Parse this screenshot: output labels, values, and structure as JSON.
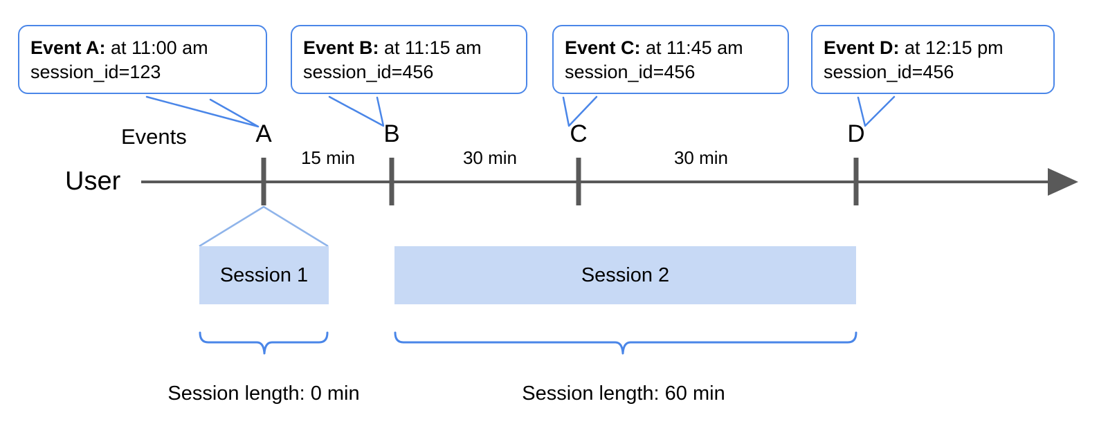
{
  "diagram": {
    "row_labels": {
      "events": "Events",
      "user": "User"
    },
    "events": [
      {
        "letter": "A",
        "title": "Event A:",
        "time_text": " at 11:00 am",
        "session_line": "session_id=123"
      },
      {
        "letter": "B",
        "title": "Event B:",
        "time_text": " at 11:15 am",
        "session_line": "session_id=456"
      },
      {
        "letter": "C",
        "title": "Event C:",
        "time_text": " at 11:45 am",
        "session_line": "session_id=456"
      },
      {
        "letter": "D",
        "title": "Event D:",
        "time_text": " at 12:15 pm",
        "session_line": "session_id=456"
      }
    ],
    "gaps": [
      {
        "label": "15 min"
      },
      {
        "label": "30 min"
      },
      {
        "label": "30 min"
      }
    ],
    "sessions": [
      {
        "label": "Session 1",
        "length_caption": "Session length: 0 min"
      },
      {
        "label": "Session 2",
        "length_caption": "Session length: 60 min"
      }
    ],
    "colors": {
      "callout_border": "#4a86e8",
      "session_fill": "#c7d9f5",
      "axis": "#595959",
      "brace": "#4a86e8"
    }
  }
}
